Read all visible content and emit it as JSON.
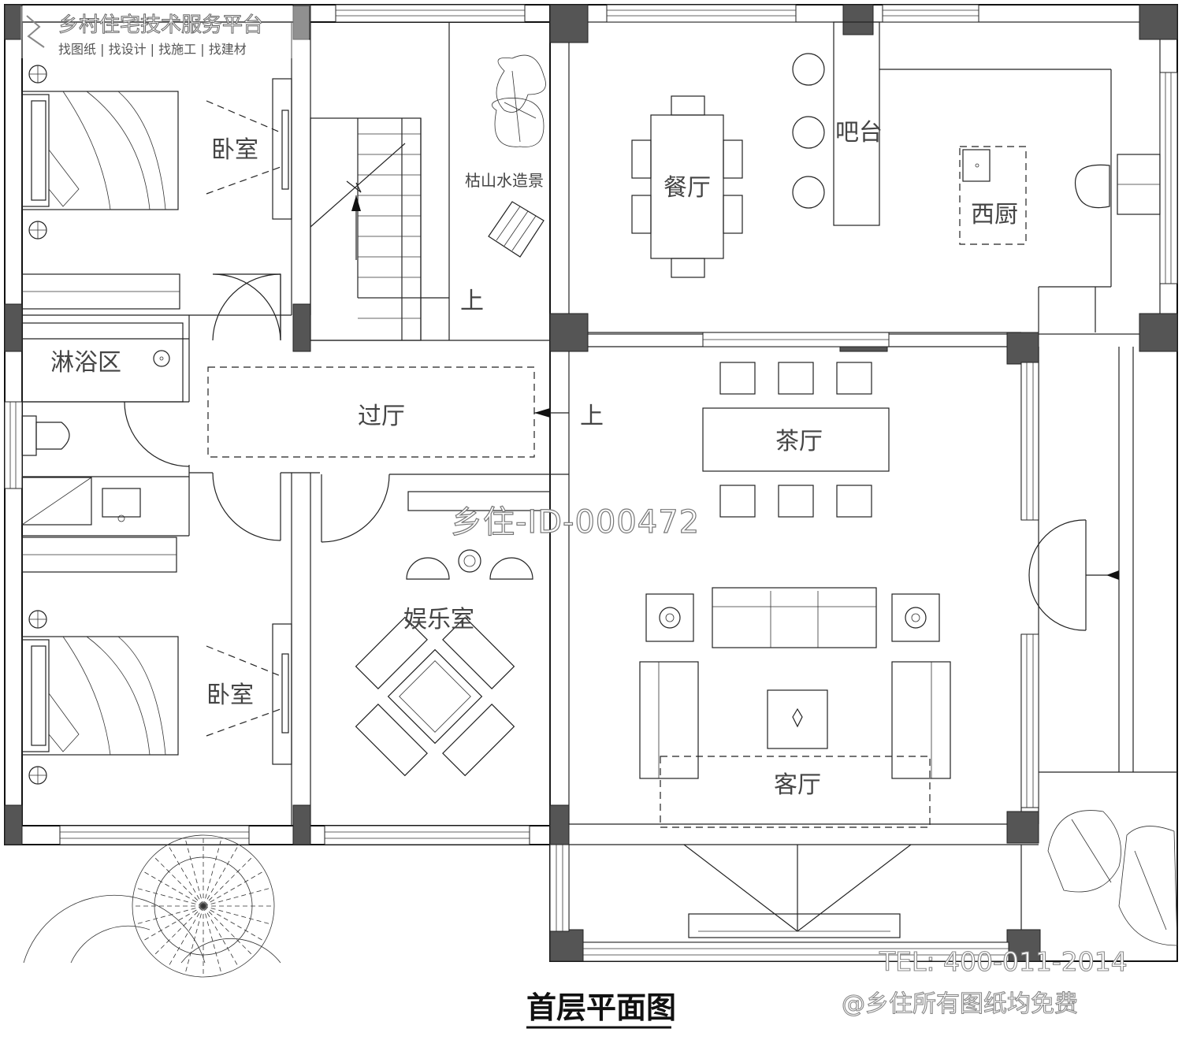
{
  "platform": {
    "name": "乡村住宅技术服务平台",
    "services": "找图纸 | 找设计 | 找施工 | 找建材"
  },
  "drawing": {
    "title": "首层平面图",
    "watermark_id": "乡住-ID-000472",
    "phone": "TEL: 400-011-2014",
    "slogan": "@乡住所有图纸均免费"
  },
  "rooms": {
    "bedroom_top": "卧室",
    "bedroom_bottom": "卧室",
    "shower": "淋浴区",
    "hall": "过厅",
    "rock_garden": "枯山水造景",
    "stairs_up": "上",
    "hall_up": "上",
    "dining": "餐厅",
    "bar": "吧台",
    "western_kitchen": "西厨",
    "tea_room": "茶厅",
    "entertainment": "娱乐室",
    "living": "客厅"
  },
  "colors": {
    "wall_line": "#111111",
    "column_fill": "#555555",
    "label_gray": "#444444"
  }
}
